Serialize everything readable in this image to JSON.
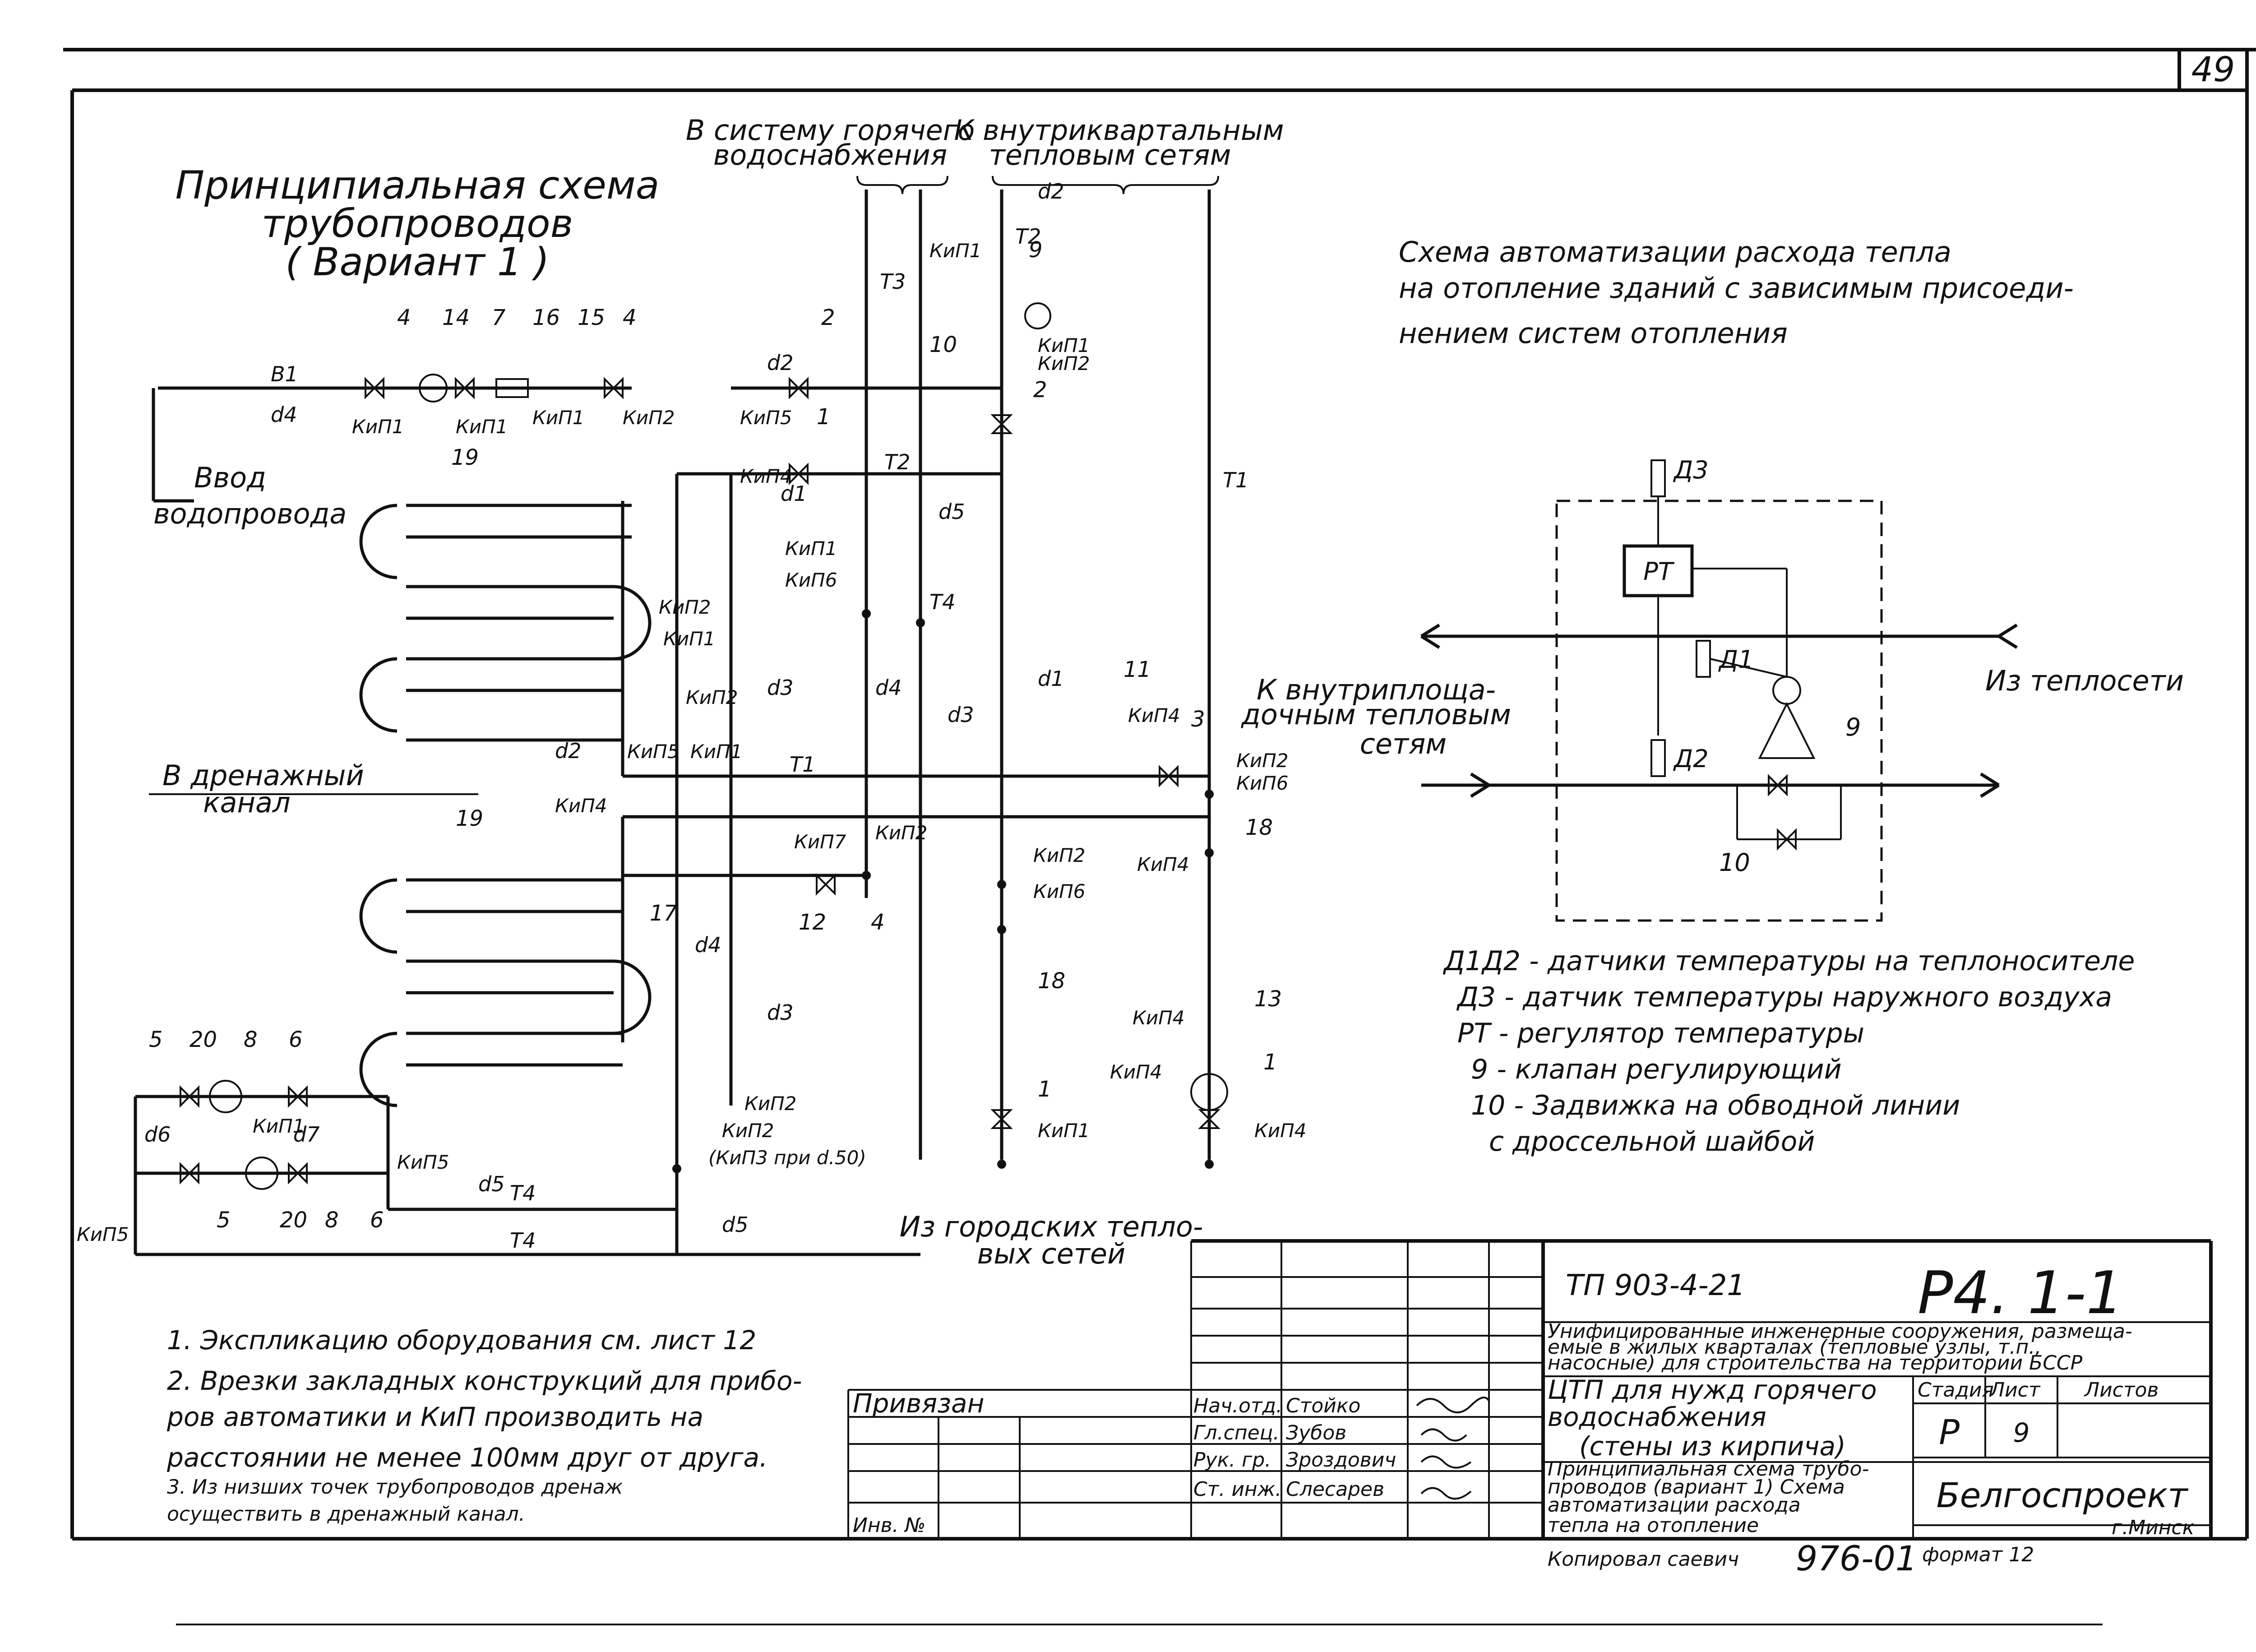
{
  "sheet_number": "49",
  "main_title": [
    "Принципиальная схема",
    "трубопроводов",
    "( Вариант 1 )"
  ],
  "top_labels": {
    "hot_water": [
      "В систему горячего",
      "водоснабжения"
    ],
    "heat_networks": [
      "К внутриквартальным",
      "тепловым сетям"
    ]
  },
  "left_labels": {
    "water_inlet": [
      "Ввод",
      "водопровода"
    ],
    "drain_channel": [
      "В дренажный",
      "канал"
    ]
  },
  "right_label_sites": [
    "К внутриплоща-",
    "дочным тепловым",
    "сетям"
  ],
  "bottom_label_city": [
    "Из городских тепло-",
    "вых сетей"
  ],
  "pipe_labels": {
    "b1": "В1",
    "t1": "Т1",
    "t2": "Т2",
    "t3": "Т3",
    "t4": "Т4",
    "d1": "d1",
    "d2": "d2",
    "d3": "d3",
    "d4": "d4",
    "d5": "d5",
    "d6": "d6",
    "d7": "d7"
  },
  "kip_labels": {
    "kip1": "КиП1",
    "kip2": "КиП2",
    "kip4": "КиП4",
    "kip5": "КиП5",
    "kip6": "КиП6",
    "kip7": "КиП7",
    "kip3_note": "(КиП3 при d.50)"
  },
  "position_numbers": [
    "1",
    "2",
    "3",
    "4",
    "5",
    "6",
    "7",
    "8",
    "9",
    "10",
    "11",
    "12",
    "13",
    "14",
    "15",
    "16",
    "17",
    "18",
    "19",
    "20"
  ],
  "automation": {
    "title": [
      "Схема автоматизации расхода тепла",
      "на отопление зданий с зависимым присоеди-",
      "нением систем отопления"
    ],
    "from_network": "Из теплосети",
    "regulator": "РТ",
    "sensor_d1": "Д1",
    "sensor_d2": "Д2",
    "sensor_d3": "Д3",
    "num_9": "9",
    "num_10": "10"
  },
  "legend": [
    "Д1Д2 - датчики температуры на теплоносителе",
    "Д3 - датчик температуры наружного воздуха",
    "РТ - регулятор температуры",
    "9 - клапан регулирующий",
    "10 - Задвижка на обводной линии",
    "с дроссельной шайбой"
  ],
  "notes": [
    "1. Экспликацию оборудования см. лист 12",
    "2. Врезки закладных конструкций для прибо-",
    "ров автоматики и КиП производить на",
    "расстоянии не менее 100мм друг от друга.",
    "3. Из низших точек трубопроводов дренаж",
    "осуществить в дренажный канал."
  ],
  "title_block": {
    "project_code": "ТП 903-4-21",
    "sheet_code": "Р4. 1-1",
    "description": [
      "Унифицированные инженерные сооружения, размеща-",
      "емые в жилых кварталах (тепловые узлы, т.п.,",
      "насосные) для строительства на территории БССР"
    ],
    "object_name": [
      "ЦТП для нужд горячего",
      "водоснабжения",
      "(стены из кирпича)"
    ],
    "drawing_name": [
      "Принципиальная схема трубо-",
      "проводов (вариант 1) Схема",
      "автоматизации расхода",
      "тепла на отопление"
    ],
    "col_headers": [
      "Стадия",
      "Лист",
      "Листов"
    ],
    "stage": "Р",
    "sheet": "9",
    "sheets_total": "",
    "organization": "Белгоспроект",
    "city": "г.Минск",
    "privyazan": "Привязан",
    "inv_no": "Инв. №",
    "roles": [
      "Нач.отд.",
      "Гл.спец.",
      "Рук. гр.",
      "Ст. инж."
    ],
    "names": [
      "Стойко",
      "Зубов",
      "Зроздович",
      "Слесарев"
    ],
    "copied": "Копировал саевич",
    "doc_number": "976-01",
    "format": "формат 12"
  }
}
